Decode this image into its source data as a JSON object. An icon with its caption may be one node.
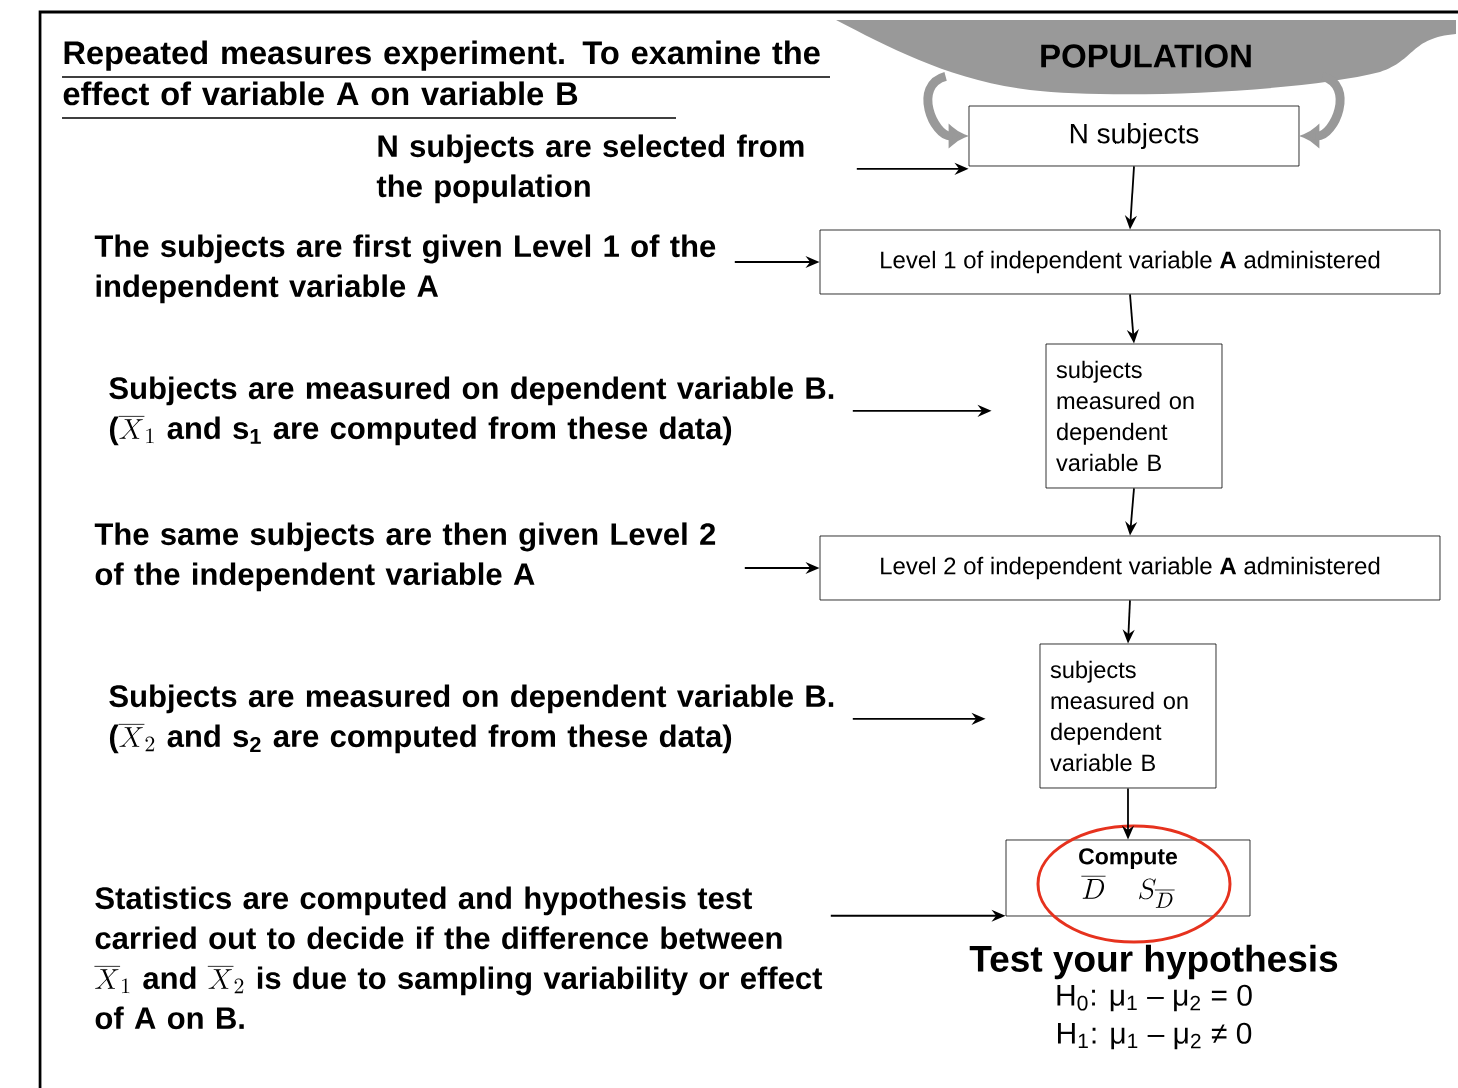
{
  "diagram": {
    "title": "Repeated measures experiment. To examine the effect of variable A on variable B",
    "nodes": [
      {
        "text": [
          "POPULATION"
        ]
      },
      {
        "text": [
          "N subjects"
        ]
      },
      {
        "text": [
          "Level 1 of independent variable **A** administered"
        ]
      },
      {
        "text": [
          "subjects measured on dependent variable B"
        ]
      },
      {
        "text": [
          "Level 2 of independent variable **A** administered"
        ]
      },
      {
        "text": [
          "subjects measured on dependent variable B"
        ]
      },
      {
        "text": [
          "Compute",
          "\\overline{D}",
          "S_{\\overline{D}}"
        ]
      },
      {
        "text": [
          "N subjects are selected from the population"
        ]
      },
      {
        "text": [
          "The subjects are first given Level 1 of the independent variable A"
        ]
      },
      {
        "text": [
          "Subjects are measured on dependent variable B.",
          "(",
          "\\overline{X}_1",
          "and s$_{1}$ are computed from these data)"
        ]
      },
      {
        "text": [
          "The same subjects are then given Level 2 of the independent variable A"
        ]
      },
      {
        "text": [
          "Subjects are measured on dependent variable B.",
          "(",
          "\\overline{X}_2",
          "and s$_{2}$ are computed from these data)"
        ]
      },
      {
        "text": [
          "Statistics are computed and hypothesis test carried out to decide if the difference between",
          "\\overline{X}_1",
          "and",
          "\\overline{X}_2",
          "is due to sampling variability or effect of A on B."
        ]
      }
    ],
    "edges": [
      {
        "from": 0,
        "to": 1,
        "arrow": "to",
        "style": "thick",
        "color": "#999999"
      },
      {
        "from": 0,
        "to": 1,
        "arrow": "to",
        "style": "thick",
        "color": "#999999"
      },
      {
        "from": 1,
        "to": 2,
        "arrow": "to"
      },
      {
        "from": 2,
        "to": 3,
        "arrow": "to"
      },
      {
        "from": 3,
        "to": 4,
        "arrow": "to"
      },
      {
        "from": 4,
        "to": 5,
        "arrow": "to"
      },
      {
        "from": 5,
        "to": 6,
        "arrow": "to"
      },
      {
        "from": 7,
        "to": 1,
        "arrow": "to"
      },
      {
        "from": 8,
        "to": 2,
        "arrow": "to"
      },
      {
        "from": 9,
        "to": 3,
        "arrow": "to"
      },
      {
        "from": 10,
        "to": 4,
        "arrow": "to"
      },
      {
        "from": 11,
        "to": 5,
        "arrow": "to"
      },
      {
        "from": 12,
        "to": 6,
        "arrow": "to"
      }
    ],
    "labels": [
      "Test your hypothesis",
      "H$_{0}$: μ$_{1}$ – μ$_{2}$ = 0",
      "H$_{1}$: μ$_{1}$ – μ$_{2}$ ≠ 0"
    ]
  }
}
